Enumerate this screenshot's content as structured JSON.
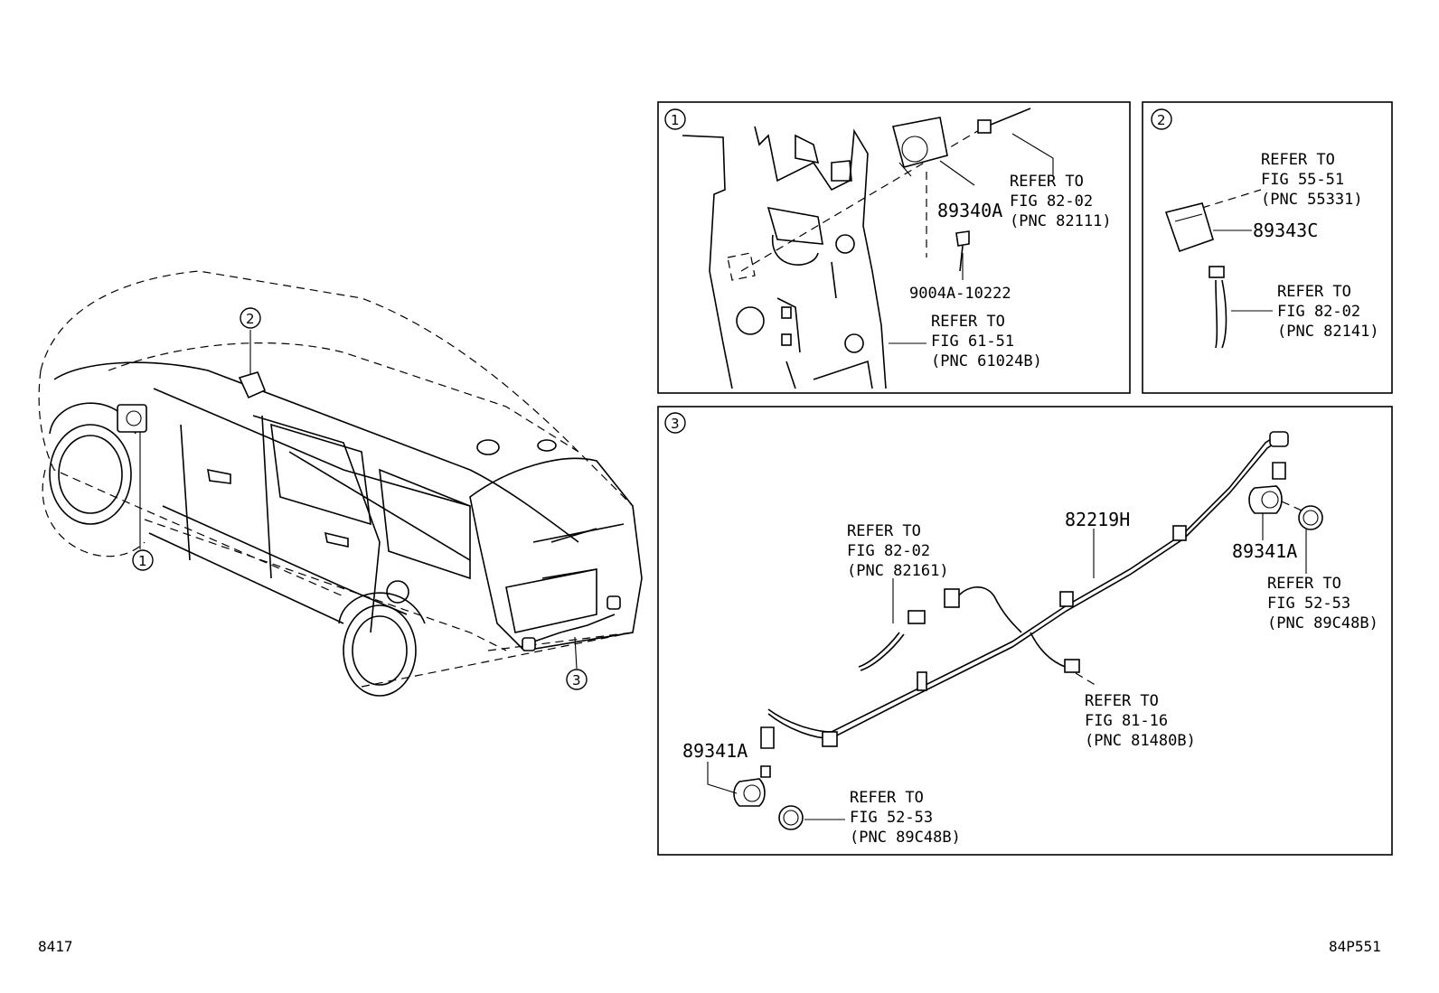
{
  "callouts": [
    "1",
    "2",
    "3"
  ],
  "panel1": {
    "badge": "1",
    "part_main": "89340A",
    "part_bolt": "9004A-10222",
    "ref_a": [
      "REFER TO",
      "FIG 82-02",
      "(PNC 82111)"
    ],
    "ref_b": [
      "REFER TO",
      "FIG 61-51",
      "(PNC 61024B)"
    ]
  },
  "panel2": {
    "badge": "2",
    "part_main": "89343C",
    "ref_a": [
      "REFER TO",
      "FIG 55-51",
      "(PNC 55331)"
    ],
    "ref_b": [
      "REFER TO",
      "FIG 82-02",
      "(PNC 82141)"
    ]
  },
  "panel3": {
    "badge": "3",
    "part_harness": "82219H",
    "part_sensor_right": "89341A",
    "part_sensor_left": "89341A",
    "ref_left_top": [
      "REFER TO",
      "FIG 82-02",
      "(PNC 82161)"
    ],
    "ref_right": [
      "REFER TO",
      "FIG 52-53",
      "(PNC 89C48B)"
    ],
    "ref_mid": [
      "REFER TO",
      "FIG 81-16",
      "(PNC 81480B)"
    ],
    "ref_bottom": [
      "REFER TO",
      "FIG 52-53",
      "(PNC 89C48B)"
    ]
  },
  "footer": {
    "left_code": "8417",
    "right_code": "84P551"
  }
}
